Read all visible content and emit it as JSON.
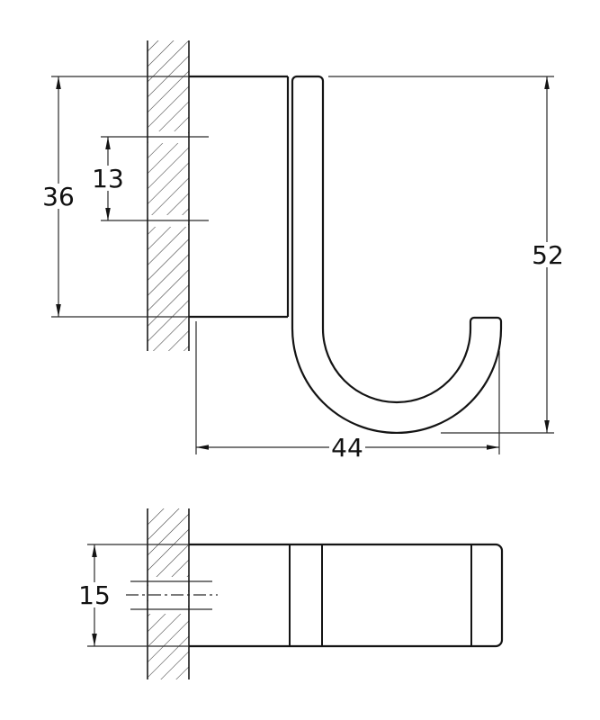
{
  "drawing": {
    "background": "#ffffff",
    "line_color": "#141414",
    "views": {
      "side_view": {
        "dims": {
          "plate_height": "36",
          "hole_spacing": "13",
          "overall_height": "52",
          "projection": "44"
        }
      },
      "plan_view": {
        "dims": {
          "profile_width": "15"
        }
      }
    }
  }
}
